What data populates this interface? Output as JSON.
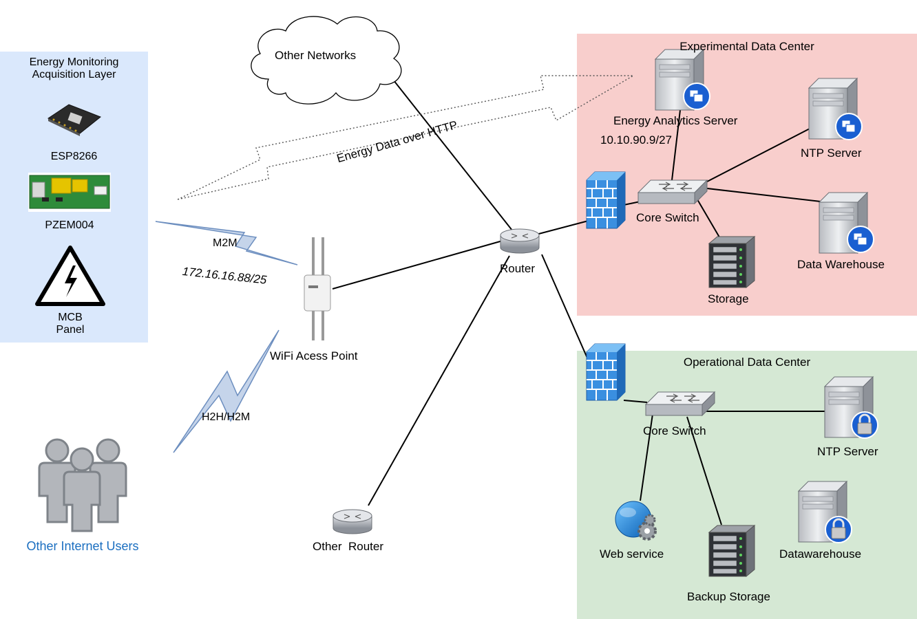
{
  "zones": {
    "acquisition": {
      "title_line1": "Energy Monitoring",
      "title_line2": "Acquisition Layer",
      "color": "#dae8fc"
    },
    "experimental": {
      "title": "Experimental Data Center",
      "color": "#f8cecc"
    },
    "operational": {
      "title": "Operational Data Center",
      "color": "#d5e8d4"
    }
  },
  "devices": {
    "esp": "ESP8266",
    "pzem": "PZEM004",
    "mcb_line1": "MCB",
    "mcb_line2": "Panel",
    "other_networks": "Other Networks",
    "wifi_ap": "WiFi Acess Point",
    "router": "Router",
    "other_router": "Other  Router",
    "other_users": "Other Internet Users",
    "exp_analytics": "Energy Analytics Server",
    "exp_ip": "10.10.90.9/27",
    "exp_core_switch": "Core Switch",
    "exp_ntp": "NTP Server",
    "exp_storage": "Storage",
    "exp_warehouse": "Data Warehouse",
    "op_core_switch": "Core Switch",
    "op_ntp": "NTP Server",
    "op_web": "Web service",
    "op_backup": "Backup Storage",
    "op_warehouse": "Datawarehouse"
  },
  "links": {
    "m2m": "M2M",
    "ap_ip": "172.16.16.88/25",
    "h2h": "H2H/H2M",
    "http_flow": "Energy Data over HTTP"
  },
  "colors": {
    "users_text": "#1a6ec0",
    "lightning_fill": "#c5d4ea",
    "lightning_stroke": "#6c8ebf",
    "firewall": "#3a8fe0",
    "badge": "#1a5fd1"
  }
}
